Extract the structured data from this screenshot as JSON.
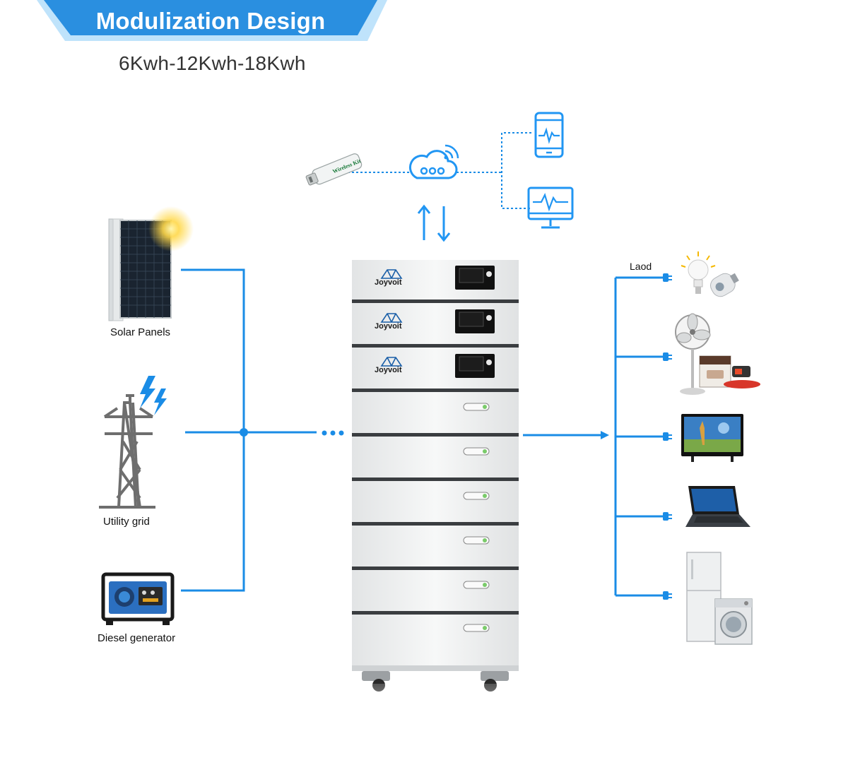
{
  "header": {
    "title": "Modulization Design",
    "capacity": "6Kwh-12Kwh-18Kwh"
  },
  "sources": [
    {
      "label": "Solar Panels",
      "icon": "solar-panel-icon"
    },
    {
      "label": "Utility grid",
      "icon": "power-tower-icon"
    },
    {
      "label": "Diesel generator",
      "icon": "generator-icon"
    }
  ],
  "monitoring": {
    "wifi_stick_label": "Wireless Kit",
    "icons": [
      "wifi-stick-icon",
      "cloud-icon",
      "phone-icon",
      "monitor-icon",
      "bidirectional-arrows-icon"
    ]
  },
  "battery": {
    "brand": "Joyvoit",
    "controller_modules": 3,
    "battery_modules": 6
  },
  "loads": {
    "label": "Laod",
    "icons": [
      "light-bulbs-icon",
      "fan-and-rice-cooker-icon",
      "television-icon",
      "laptop-icon",
      "fridge-and-washer-icon"
    ]
  },
  "colors": {
    "accent": "#1a8ce6",
    "banner_dark": "#2a8fe0",
    "banner_light": "#bfe3fb",
    "icon_blue": "#2196f3",
    "text": "#111111"
  }
}
